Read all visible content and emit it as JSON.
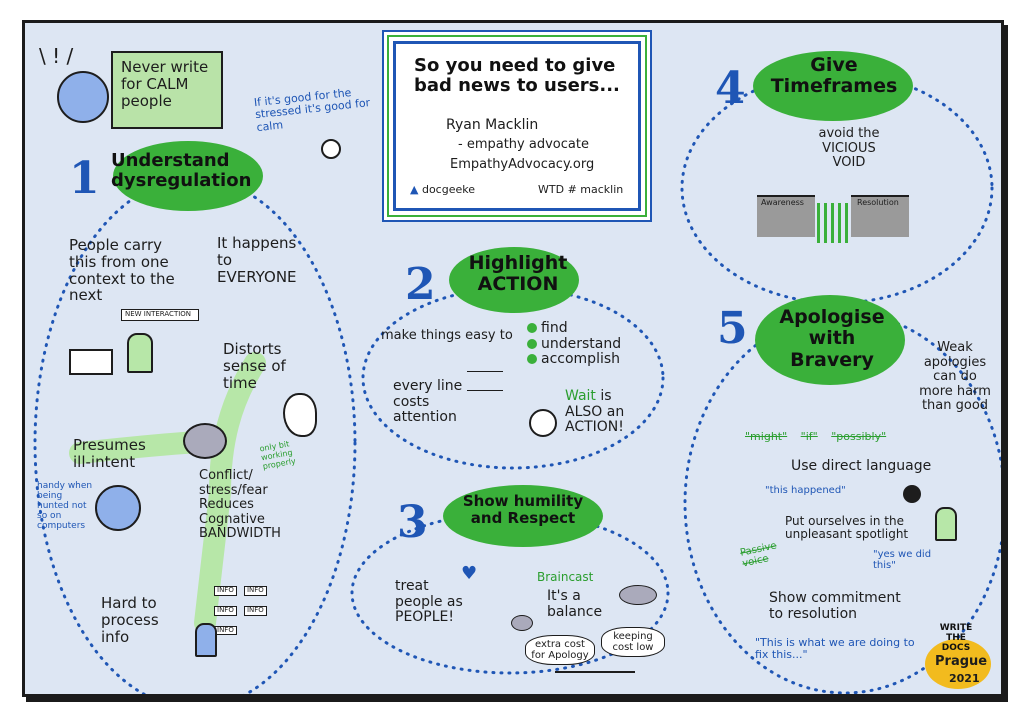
{
  "top_note": {
    "box_text": "Never write for CALM people",
    "aside": "If it's good for the stressed it's good for calm"
  },
  "title_card": {
    "title": "So you need to give bad news to users...",
    "author": "Ryan Macklin",
    "role": "- empathy advocate",
    "site": "EmpathyAdvocacy.org",
    "twitter": "docgeeke",
    "wtd": "WTD # macklin"
  },
  "section1": {
    "number": "1",
    "title": "Understand dysregulation",
    "carry": "People carry this from one context to the next",
    "new_interaction": "NEW INTERACTION",
    "everyone": "It happens to EVERYONE",
    "distorts": "Distorts sense of time",
    "presumes": "Presumes ill-intent",
    "handy": "handy when being hunted not so on computers",
    "only_bit": "only bit working properly",
    "conflict": "Conflict/ stress/fear Reduces Cognative BANDWIDTH",
    "hard": "Hard to process info",
    "signs": [
      "INFO",
      "INFO",
      "INFO",
      "INFO",
      "INFO"
    ]
  },
  "section2": {
    "number": "2",
    "title": "Highlight ACTION",
    "easy": "make things easy to",
    "items": [
      "find",
      "understand",
      "accomplish"
    ],
    "every_line": "every line costs attention",
    "wait": "Wait",
    "wait_rest": "is ALSO an ACTION!"
  },
  "section3": {
    "number": "3",
    "title": "Show humility and Respect",
    "treat": "treat people as PEOPLE!",
    "braincast": "Braincast",
    "balance": "It's a balance",
    "extra_cost": "extra cost for Apology",
    "keeping": "keeping cost low"
  },
  "section4": {
    "number": "4",
    "title": "Give Timeframes",
    "avoid": "avoid the VICIOUS VOID",
    "awareness": "Awareness",
    "resolution": "Resolution"
  },
  "section5": {
    "number": "5",
    "title": "Apologise with Bravery",
    "weak": "Weak apologies can do more harm than good",
    "crossed": [
      "\"might\"",
      "\"if\"",
      "\"possibly\""
    ],
    "direct": "Use direct language",
    "happened": "\"this happened\"",
    "spotlight": "Put ourselves in the unpleasant spotlight",
    "passive": "Passive voice",
    "yes_we": "\"yes we did this\"",
    "commitment": "Show commitment to resolution",
    "fix": "\"This is what we are doing to fix this...\""
  },
  "badge": {
    "line1": "WRITE THE DOCS",
    "line2": "Prague",
    "year": "2021"
  },
  "colors": {
    "paper": "#dde6f3",
    "green": "#3ab03a",
    "blue": "#1f56b5",
    "ink": "#1d1d1d"
  }
}
